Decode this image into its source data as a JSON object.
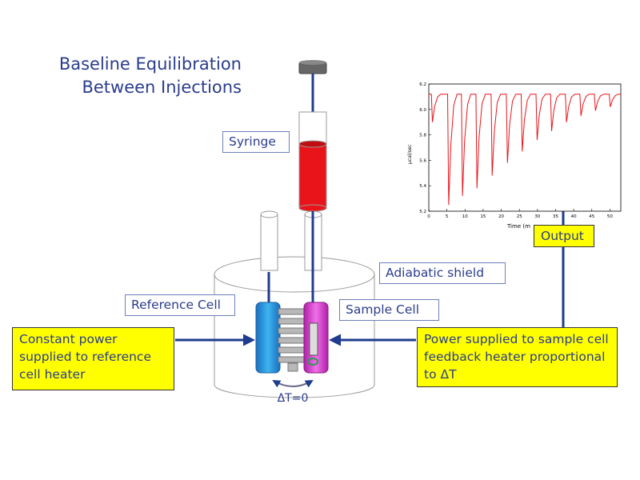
{
  "title": {
    "line1": "Baseline Equilibration",
    "line2": "Between Injections"
  },
  "labels": {
    "syringe": "Syringe",
    "adiabatic_shield": "Adiabatic shield",
    "reference_cell": "Reference Cell",
    "sample_cell": "Sample Cell",
    "output": "Output",
    "delta_t": "ΔT=0"
  },
  "callouts": {
    "reference_heater": "Constant power supplied to reference cell heater",
    "sample_heater": "Power supplied to sample cell feedback heater proportional to ΔT"
  },
  "colors": {
    "title_text": "#2a3c8c",
    "callout_fill": "#ffff00",
    "arrow": "#1f3b8f",
    "reference_cell": "#2a9be0",
    "sample_cell": "#e040d0",
    "syringe_liquid": "#e8141a",
    "trace": "#e8141a"
  },
  "chart_data": {
    "type": "line",
    "xlabel": "Time (m",
    "ylabel": "µcal/sec",
    "xlim": [
      0,
      53
    ],
    "ylim": [
      5.2,
      6.2
    ],
    "x_ticks": [
      "0",
      "5",
      "10",
      "15",
      "20",
      "25",
      "30",
      "35",
      "40",
      "45",
      "50"
    ],
    "y_ticks": [
      "5.2",
      "5.4",
      "5.6",
      "5.8",
      "6.0",
      "6.2"
    ],
    "baseline": 6.12,
    "peaks": [
      {
        "x": 1.0,
        "y": 5.9
      },
      {
        "x": 5.5,
        "y": 5.25
      },
      {
        "x": 9.3,
        "y": 5.32
      },
      {
        "x": 13.3,
        "y": 5.38
      },
      {
        "x": 17.5,
        "y": 5.48
      },
      {
        "x": 21.7,
        "y": 5.58
      },
      {
        "x": 25.8,
        "y": 5.67
      },
      {
        "x": 29.9,
        "y": 5.76
      },
      {
        "x": 33.9,
        "y": 5.83
      },
      {
        "x": 38.0,
        "y": 5.9
      },
      {
        "x": 42.0,
        "y": 5.95
      },
      {
        "x": 46.0,
        "y": 5.99
      },
      {
        "x": 50.1,
        "y": 6.02
      }
    ]
  }
}
